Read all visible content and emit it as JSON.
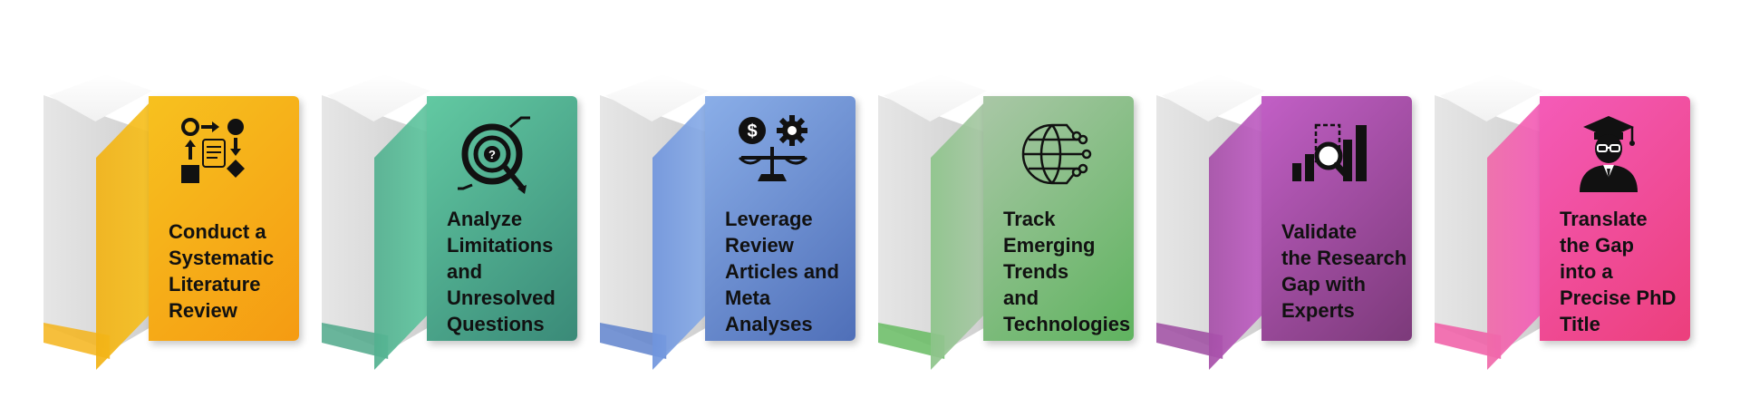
{
  "steps": [
    {
      "label": "Conduct a\nSystematic\nLiterature\nReview",
      "icon": "process-flow-icon",
      "colors": {
        "panel_start": "#f7c11f",
        "panel_end": "#f59b12",
        "fold": "#f2b214",
        "base": "#f4b41a"
      }
    },
    {
      "label": "Analyze\nLimitations\nand\nUnresolved\nQuestions",
      "icon": "question-target-icon",
      "colors": {
        "panel_start": "#62c9a2",
        "panel_end": "#3a8a78",
        "fold": "#52b08f",
        "base": "#4fa88a"
      }
    },
    {
      "label": "Leverage\nReview\nArticles and\nMeta\nAnalyses",
      "icon": "balance-dollar-gear-icon",
      "colors": {
        "panel_start": "#8aaee8",
        "panel_end": "#4f6fb8",
        "fold": "#6f94dd",
        "base": "#5f82cc"
      }
    },
    {
      "label": "Track\nEmerging\nTrends\nand\nTechnologies",
      "icon": "globe-network-icon",
      "colors": {
        "panel_start": "#a9c7a6",
        "panel_end": "#5fb35f",
        "fold": "#8cc489",
        "base": "#66bb62"
      }
    },
    {
      "label": "Validate\nthe Research\nGap with\nExperts",
      "icon": "chart-magnifier-icon",
      "colors": {
        "panel_start": "#c25fc6",
        "panel_end": "#7c3a7a",
        "fold": "#a64fa8",
        "base": "#9c4aa0"
      }
    },
    {
      "label": "Translate\nthe Gap\ninto a\nPrecise PhD\nTitle",
      "icon": "graduate-icon",
      "colors": {
        "panel_start": "#f45bb8",
        "panel_end": "#ec3f7c",
        "fold": "#f06aa9",
        "base": "#f05aa4"
      }
    }
  ]
}
